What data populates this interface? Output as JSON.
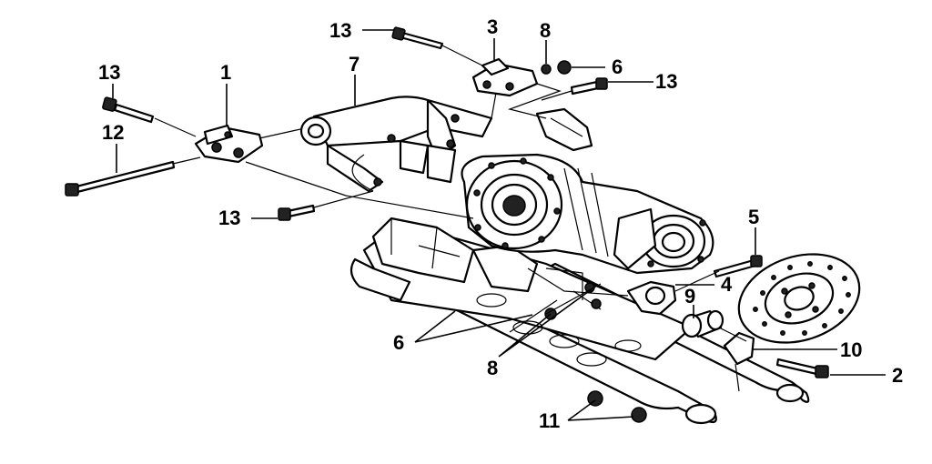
{
  "callouts": {
    "c1": "1",
    "c2": "2",
    "c3": "3",
    "c4": "4",
    "c5": "5",
    "c6a": "6",
    "c6b": "6",
    "c7": "7",
    "c8a": "8",
    "c8b": "8",
    "c9": "9",
    "c10": "10",
    "c11": "11",
    "c12": "12",
    "c13a": "13",
    "c13b": "13",
    "c13c": "13",
    "c13d": "13"
  }
}
